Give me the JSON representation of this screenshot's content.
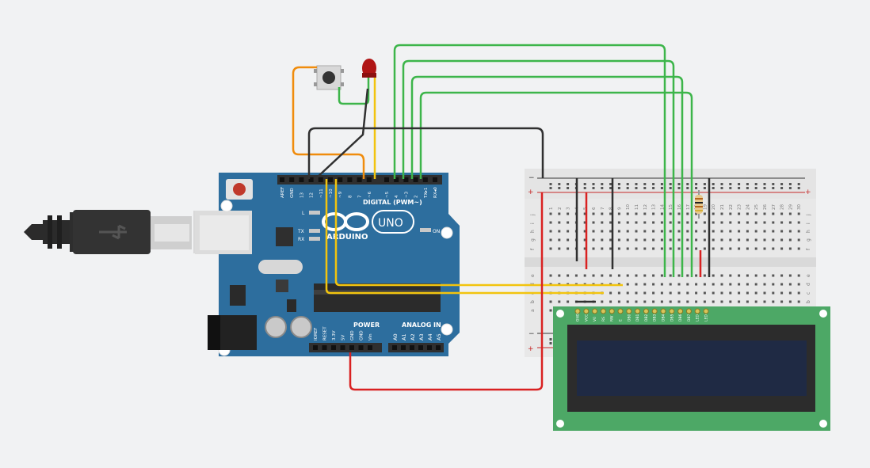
{
  "colors": {
    "background": "#f1f2f3",
    "arduino_board": "#2d6e9e",
    "arduino_header": "#2f2f2f",
    "breadboard": "#e8e8e8",
    "lcd_pcb": "#4da866",
    "lcd_screen": "#1f2a44",
    "wire_green": "#3db54a",
    "wire_yellow": "#f2c40e",
    "wire_orange": "#f08c0c",
    "wire_black": "#303030",
    "wire_red": "#d92121",
    "led_red": "#b01515"
  },
  "arduino": {
    "digital_header_label": "DIGITAL (PWM~)",
    "digital_pins": [
      "AREF",
      "GND",
      "13",
      "12",
      "~11",
      "~10",
      "~9",
      "8",
      "7",
      "~6",
      "~5",
      "4",
      "~3",
      "2",
      "TX▸1",
      "RX◂0"
    ],
    "power_label": "POWER",
    "power_pins": [
      "IOREF",
      "RESET",
      "3.3V",
      "5V",
      "GND",
      "GND",
      "Vin"
    ],
    "analog_label": "ANALOG IN",
    "analog_pins": [
      "A0",
      "A1",
      "A2",
      "A3",
      "A4",
      "A5"
    ],
    "logo_text": "ARDUINO",
    "model_text": "UNO",
    "led_l": "L",
    "led_tx": "TX",
    "led_rx": "RX",
    "led_on": "ON",
    "icons": [
      "usb-cable-icon",
      "infinity-logo-icon"
    ]
  },
  "breadboard": {
    "power_minus": "−",
    "power_plus": "+",
    "row_letters_top": [
      "j",
      "i",
      "h",
      "g",
      "f"
    ],
    "row_letters_bottom": [
      "e",
      "d",
      "c",
      "b",
      "a"
    ],
    "column_numbers": [
      "1",
      "2",
      "3",
      "4",
      "5",
      "6",
      "7",
      "8",
      "9",
      "10",
      "11",
      "12",
      "13",
      "14",
      "15",
      "16",
      "17",
      "18",
      "19",
      "20",
      "21",
      "22",
      "23",
      "24",
      "25",
      "26",
      "27",
      "28",
      "29",
      "30"
    ]
  },
  "lcd": {
    "pins": [
      "GND",
      "VCC",
      "V0",
      "RS",
      "RW",
      "E",
      "DB0",
      "DB1",
      "DB2",
      "DB3",
      "DB4",
      "DB5",
      "DB6",
      "DB7",
      "LED",
      "LED"
    ]
  }
}
